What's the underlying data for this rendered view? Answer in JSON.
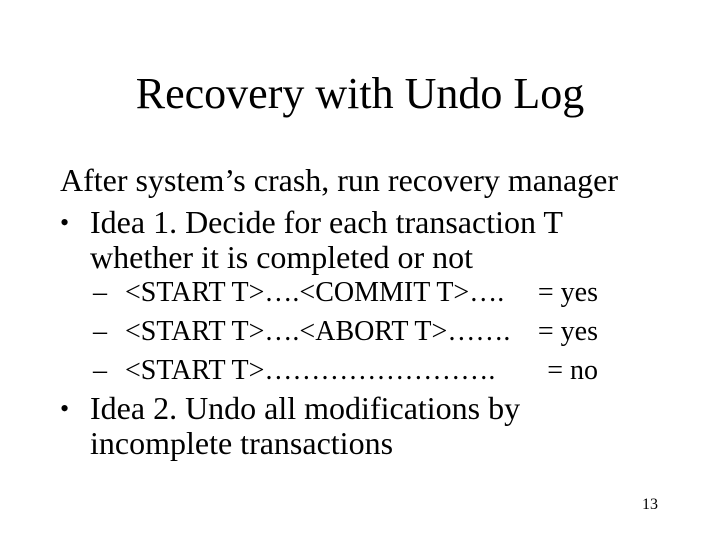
{
  "slide": {
    "title": "Recovery with Undo Log",
    "intro": "After system’s crash, run recovery manager",
    "bullets": [
      {
        "marker": "•",
        "text": "Idea 1. Decide for each transaction T whether it is completed or not"
      },
      {
        "marker": "•",
        "text": "Idea 2. Undo all modifications by incomplete transactions"
      }
    ],
    "subitems": [
      {
        "marker": "–",
        "pattern": "<START T>….<COMMIT T>….",
        "result": "= yes"
      },
      {
        "marker": "–",
        "pattern": "<START T>….<ABORT T>…….",
        "result": "= yes"
      },
      {
        "marker": "–",
        "pattern": "<START T>…………………….",
        "result": "= no"
      }
    ],
    "page_number": "13"
  }
}
